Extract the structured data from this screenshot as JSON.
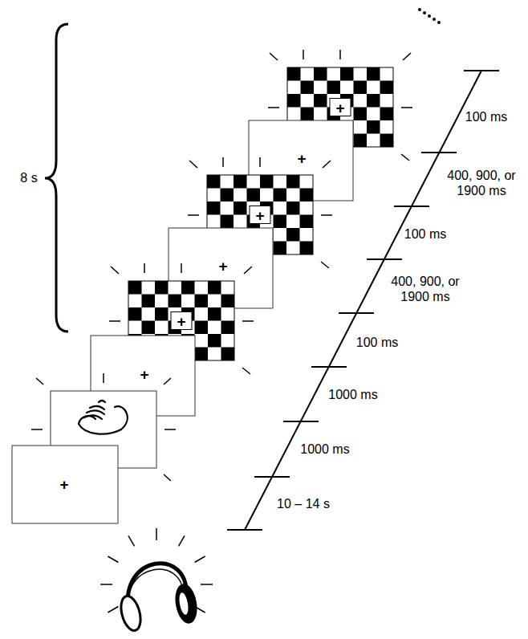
{
  "diagram": {
    "labels": [
      "8 s",
      "100 ms",
      "400, 900, or 1900 ms",
      "100 ms",
      "400, 900, or 1900 ms",
      "100 ms",
      "1000 ms",
      "1000 ms",
      "10 – 14 s",
      "+",
      "+",
      "+",
      "+",
      "+",
      "+",
      "+"
    ]
  }
}
